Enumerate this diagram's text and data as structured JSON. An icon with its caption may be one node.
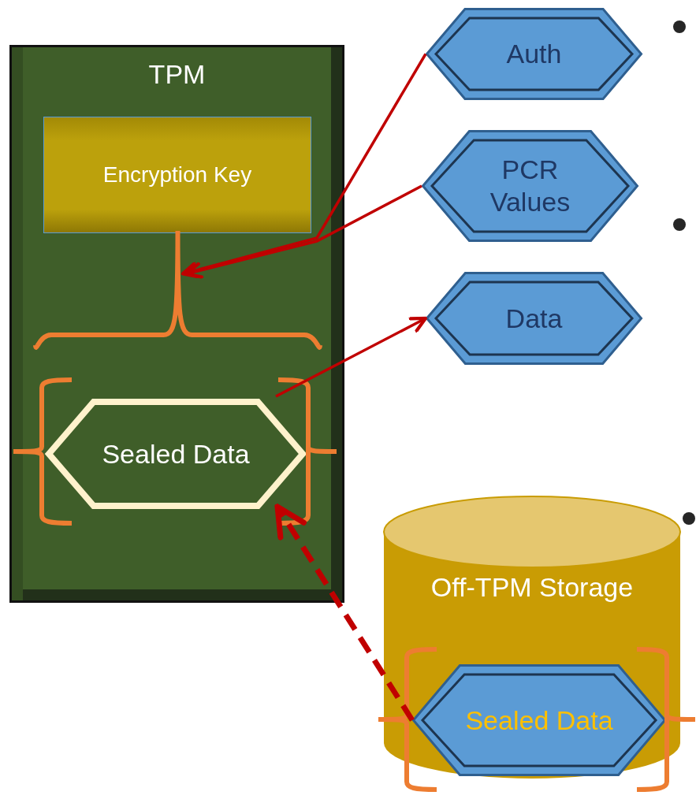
{
  "diagram": {
    "nodes": [
      {
        "text": [
          "TPM"
        ]
      },
      {
        "text": [
          "Encryption Key"
        ],
        "in": 0
      },
      {
        "text": [],
        "shape": "brace",
        "in": 0
      },
      {
        "text": [
          "Sealed Data"
        ],
        "in": 0
      },
      {
        "text": [
          "Auth"
        ]
      },
      {
        "text": [
          "PCR Values"
        ]
      },
      {
        "text": [
          "Data"
        ]
      },
      {
        "text": [
          "Off-TPM Storage"
        ]
      },
      {
        "text": [
          "Sealed Data"
        ],
        "in": 7
      }
    ],
    "edges": [
      {
        "from": 4,
        "to": 2,
        "arrow": "to"
      },
      {
        "from": 5,
        "to": 2,
        "arrow": "to"
      },
      {
        "from": 3,
        "to": 6,
        "arrow": "to"
      },
      {
        "from": 8,
        "to": 3,
        "arrow": "to",
        "style": "dashed"
      }
    ]
  }
}
